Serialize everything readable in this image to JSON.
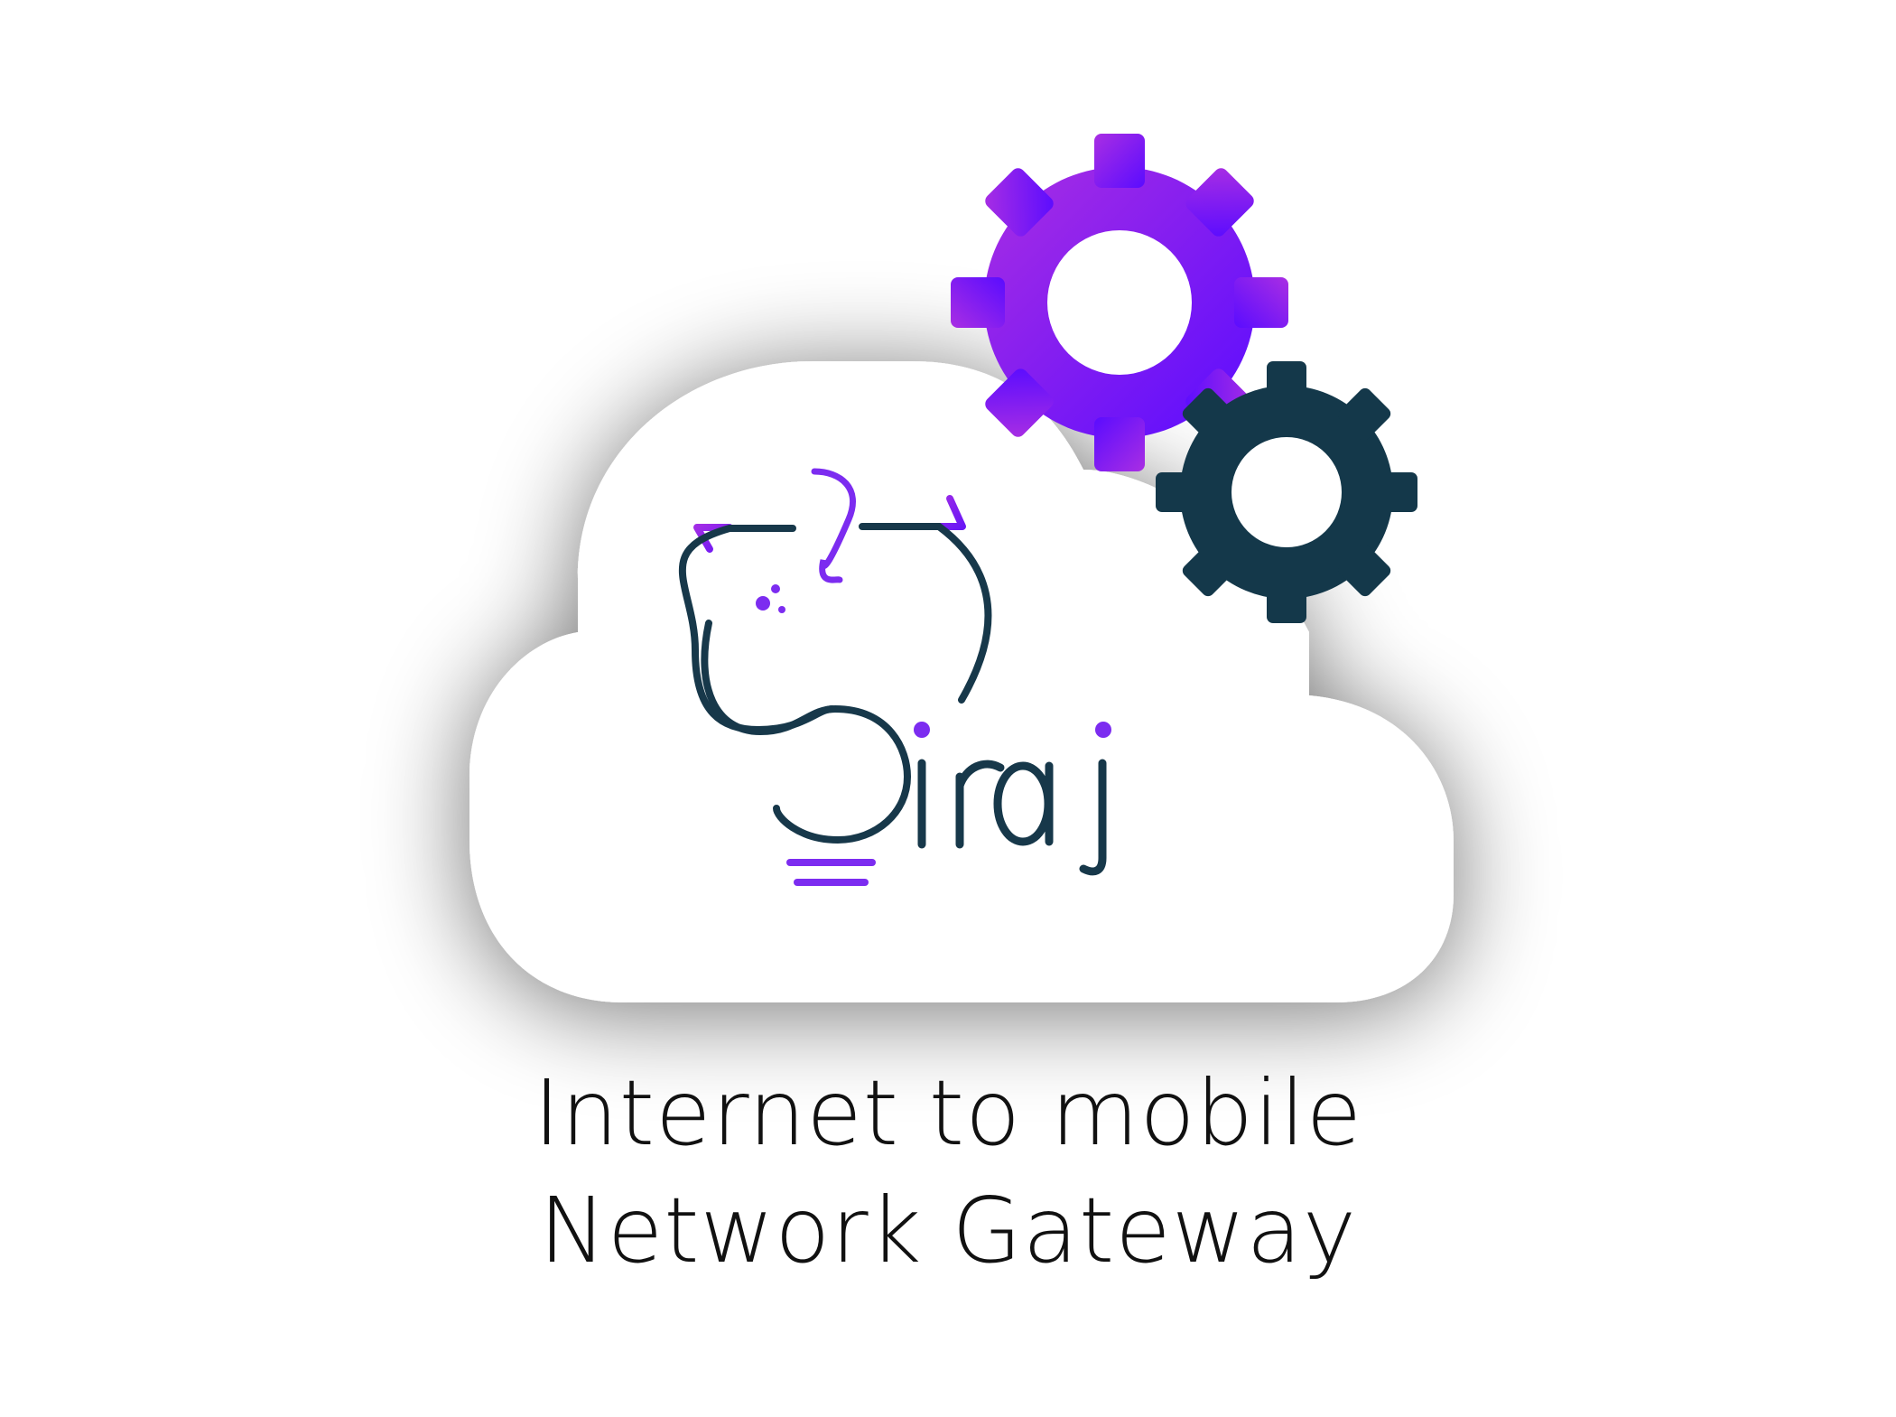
{
  "logo": {
    "wordmark": "Siraj",
    "colors": {
      "navy": "#17384a",
      "purple": "#7c2cf0",
      "gear_purple_start": "#a12de6",
      "gear_purple_end": "#5a0cff",
      "gear_dark": "#14384a"
    }
  },
  "illustration": {
    "cloud": "cloud-shape",
    "gears": [
      "gear-large-icon",
      "gear-small-icon"
    ]
  },
  "caption": {
    "line1": "Internet to mobile",
    "line2": "Network Gateway"
  }
}
